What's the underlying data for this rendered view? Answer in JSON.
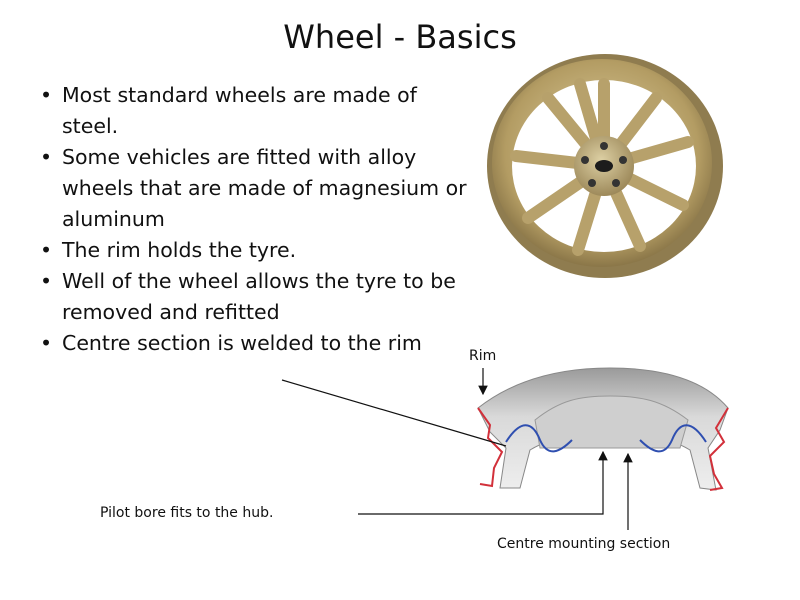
{
  "slide": {
    "title": "Wheel - Basics",
    "bullets": [
      "Most standard wheels are made of steel.",
      "Some vehicles are fitted with alloy wheels that are made of magnesium or aluminum",
      "The rim holds the tyre.",
      "Well of the wheel allows the tyre to be removed and refitted",
      "Centre section is welded to the rim"
    ]
  },
  "diagram": {
    "rim_label": "Rim",
    "pilot_bore_label": "Pilot bore fits to the hub.",
    "centre_mounting_label": "Centre mounting section"
  },
  "colors": {
    "wheel_gold": "#b9a36e",
    "rim_outline": "#d2303a",
    "centre_outline": "#2f4fb0"
  }
}
